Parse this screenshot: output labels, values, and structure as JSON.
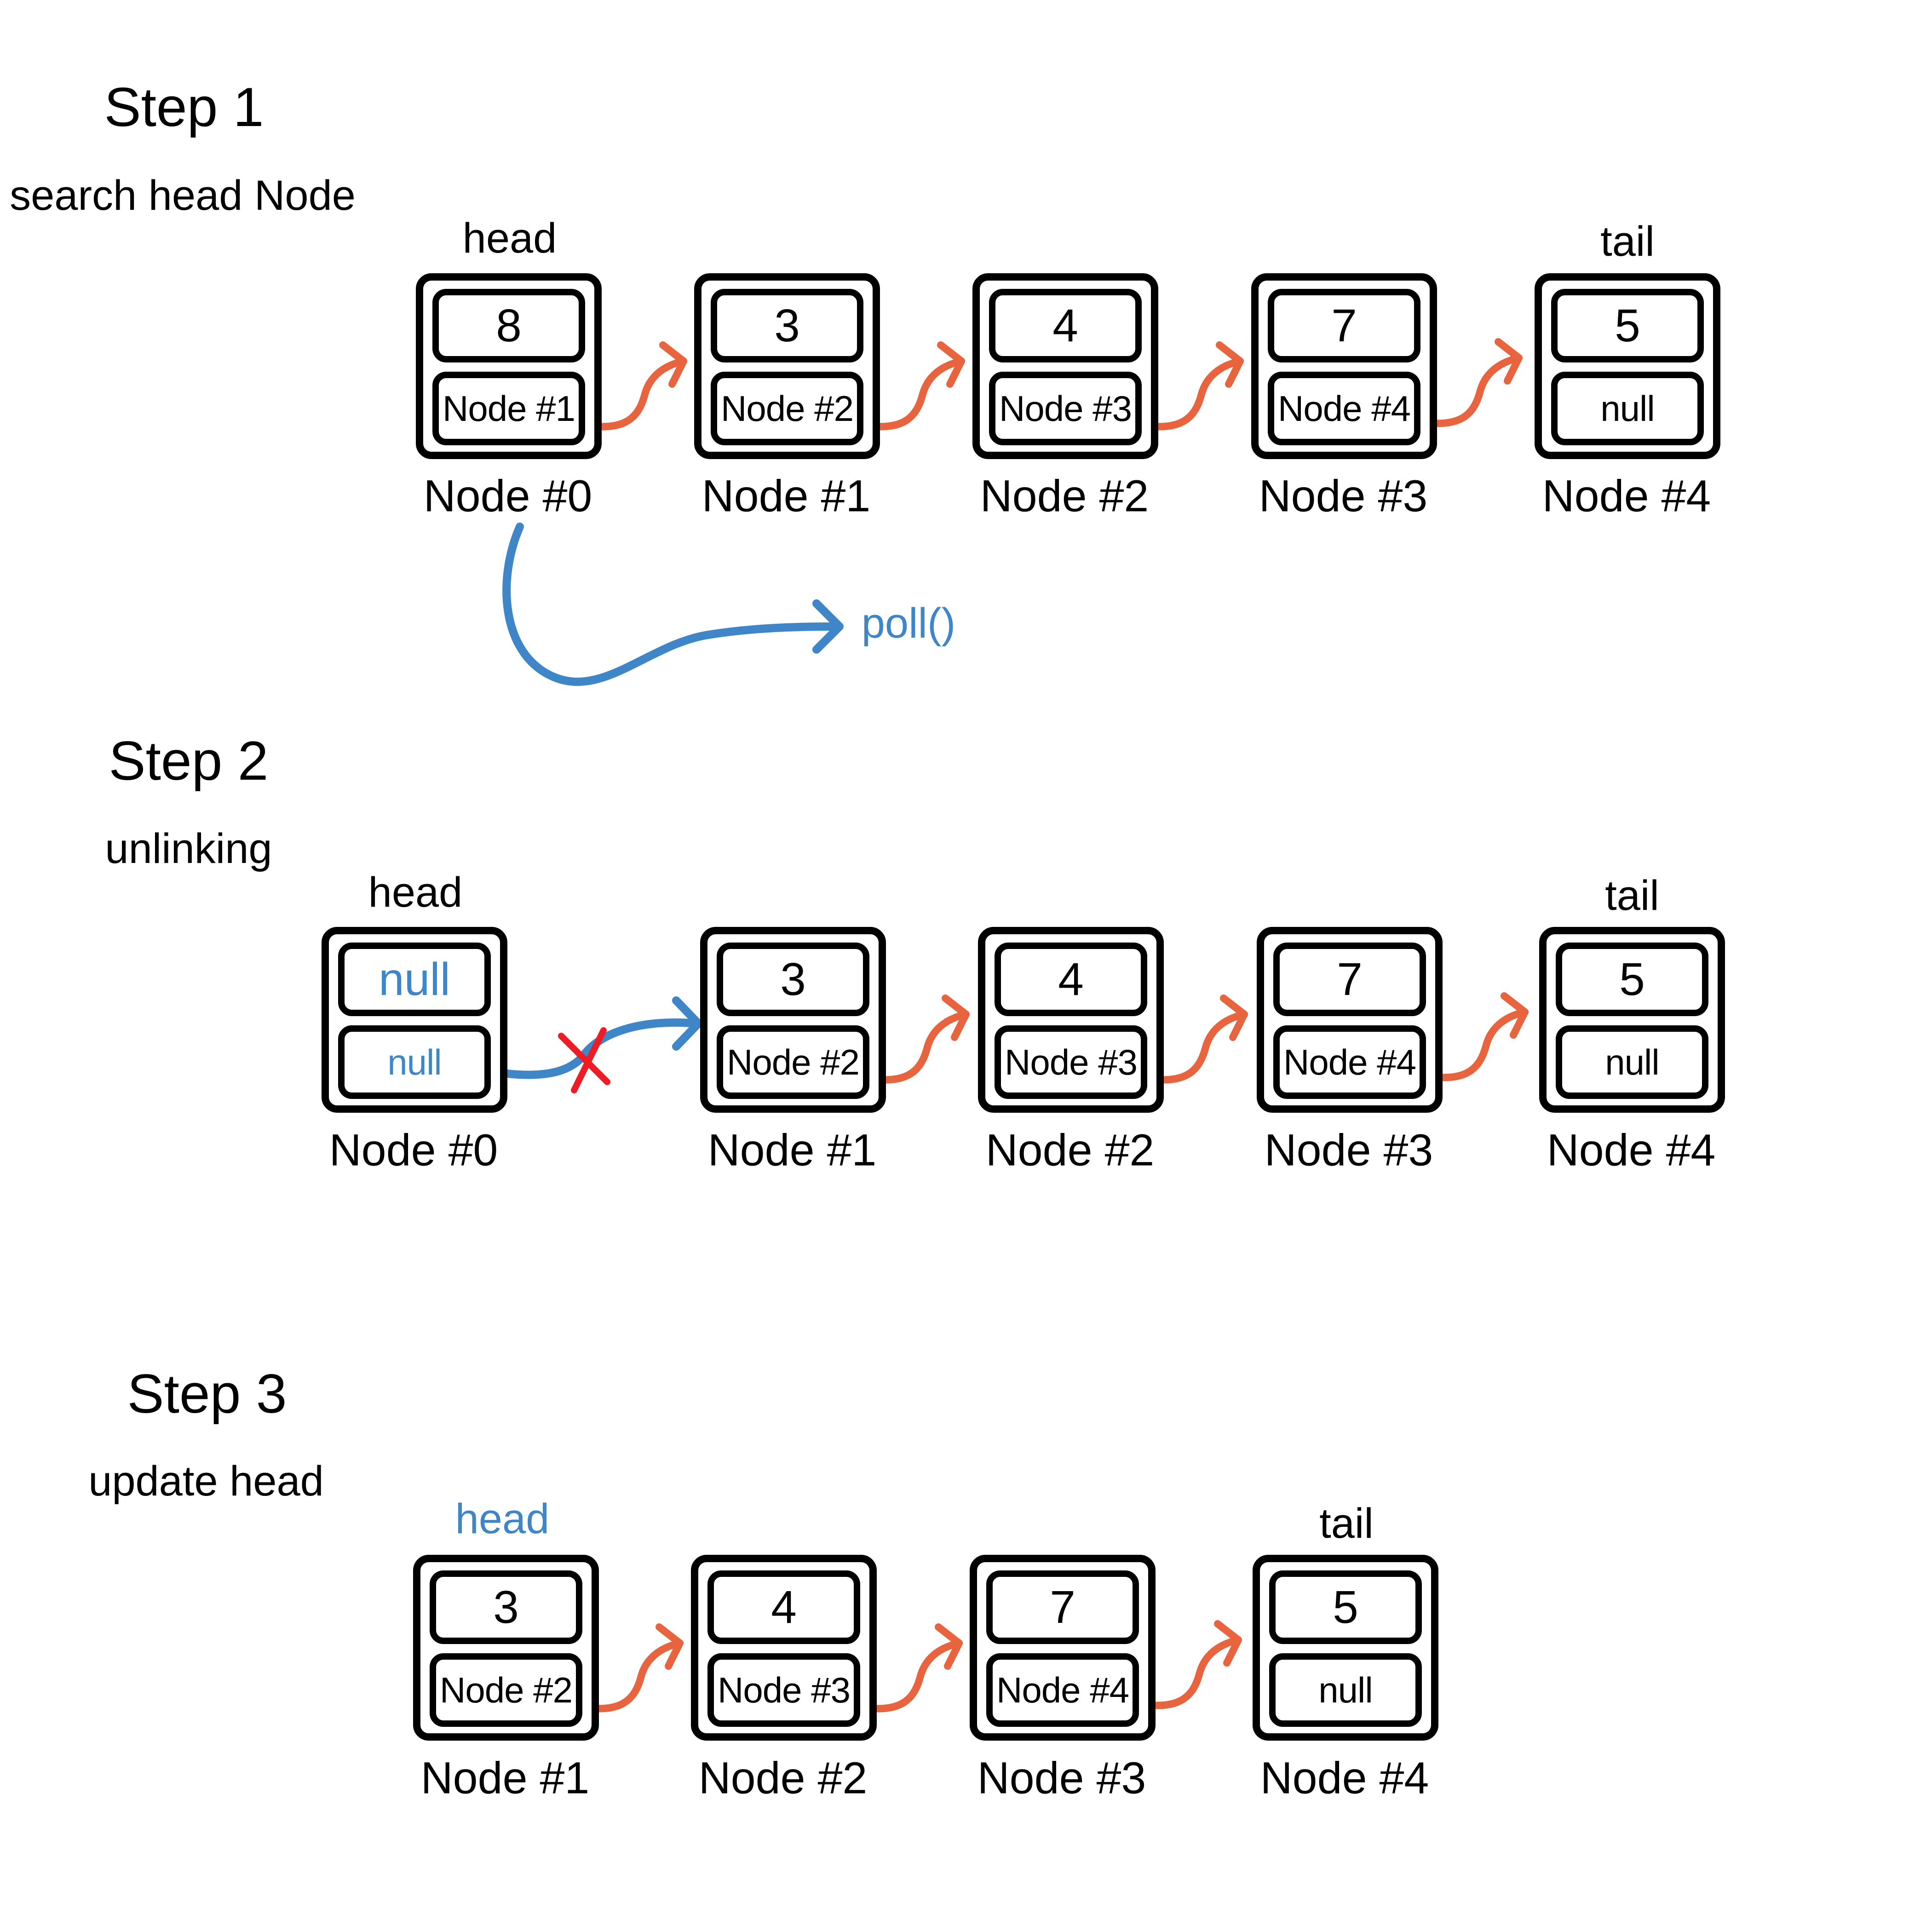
{
  "colors": {
    "link": "#e8643f",
    "highlight": "#3f86c8",
    "cut": "#ee1c24",
    "stroke": "#000000"
  },
  "steps": [
    {
      "title": "Step 1",
      "subtitle": "search head Node",
      "nodes": [
        {
          "value": "8",
          "next": "Node #1",
          "label": "Node #0",
          "marker": "head"
        },
        {
          "value": "3",
          "next": "Node #2",
          "label": "Node #1",
          "marker": ""
        },
        {
          "value": "4",
          "next": "Node #3",
          "label": "Node #2",
          "marker": ""
        },
        {
          "value": "7",
          "next": "Node #4",
          "label": "Node #3",
          "marker": ""
        },
        {
          "value": "5",
          "next": "null",
          "label": "Node #4",
          "marker": "tail"
        }
      ],
      "action": "poll()"
    },
    {
      "title": "Step 2",
      "subtitle": "unlinking",
      "nodes": [
        {
          "value": "null",
          "next": "null",
          "label": "Node #0",
          "marker": "head"
        },
        {
          "value": "3",
          "next": "Node #2",
          "label": "Node #1",
          "marker": ""
        },
        {
          "value": "4",
          "next": "Node #3",
          "label": "Node #2",
          "marker": ""
        },
        {
          "value": "7",
          "next": "Node #4",
          "label": "Node #3",
          "marker": ""
        },
        {
          "value": "5",
          "next": "null",
          "label": "Node #4",
          "marker": "tail"
        }
      ]
    },
    {
      "title": "Step 3",
      "subtitle": "update head",
      "nodes": [
        {
          "value": "3",
          "next": "Node #2",
          "label": "Node #1",
          "marker": "head"
        },
        {
          "value": "4",
          "next": "Node #3",
          "label": "Node #2",
          "marker": ""
        },
        {
          "value": "7",
          "next": "Node #4",
          "label": "Node #3",
          "marker": ""
        },
        {
          "value": "5",
          "next": "null",
          "label": "Node #4",
          "marker": "tail"
        }
      ]
    }
  ]
}
